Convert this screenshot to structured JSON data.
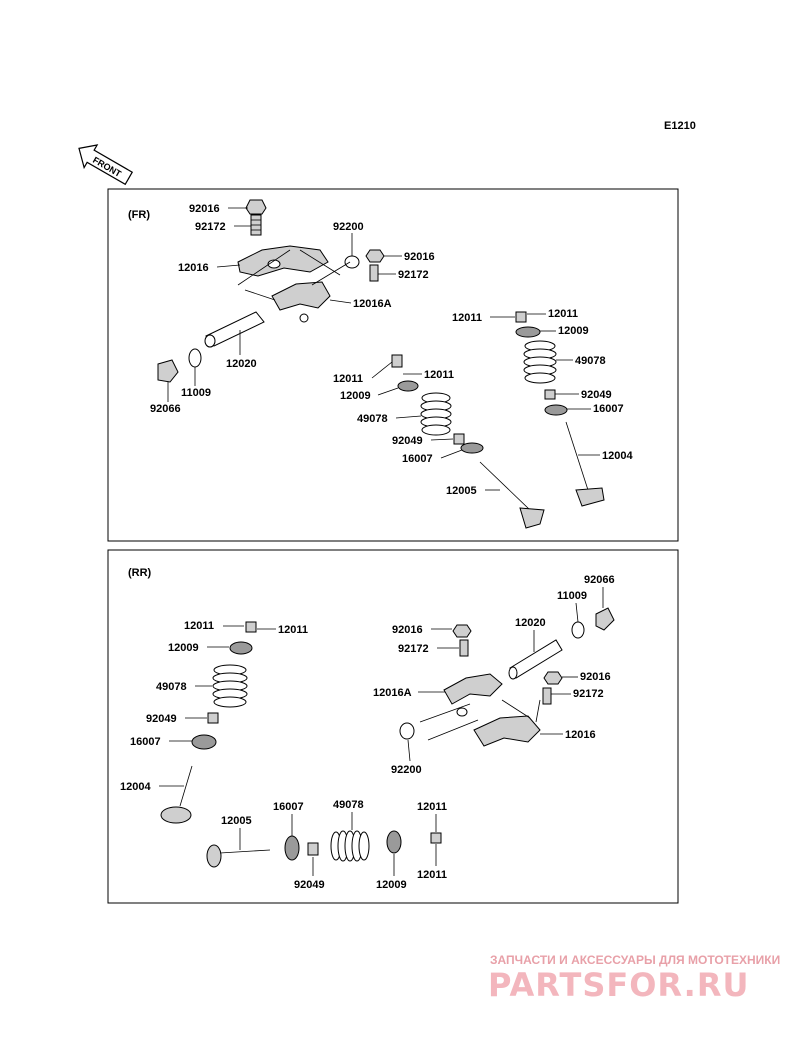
{
  "diagram_code": "E1210",
  "front_label": "FRONT",
  "sections": {
    "fr": {
      "title": "(FR)",
      "labels": [
        "92016",
        "92172",
        "12016",
        "92200",
        "92016",
        "92172",
        "12016A",
        "12020",
        "11009",
        "92066",
        "12011",
        "12011",
        "12009",
        "49078",
        "92049",
        "16007",
        "12004",
        "12011",
        "12011",
        "12009",
        "49078",
        "92049",
        "16007",
        "12005"
      ]
    },
    "rr": {
      "title": "(RR)",
      "labels": [
        "12011",
        "12011",
        "12009",
        "49078",
        "92049",
        "16007",
        "12004",
        "12005",
        "16007",
        "92049",
        "49078",
        "12009",
        "12011",
        "12011",
        "92066",
        "11009",
        "12020",
        "92016",
        "92172",
        "92016",
        "92172",
        "12016A",
        "12016",
        "92200"
      ]
    }
  },
  "watermark": {
    "line1": "ЗАПЧАСТИ И АКСЕССУАРЫ ДЛЯ МОТОТЕХНИКИ",
    "line2": "PARTSFOR.RU"
  }
}
